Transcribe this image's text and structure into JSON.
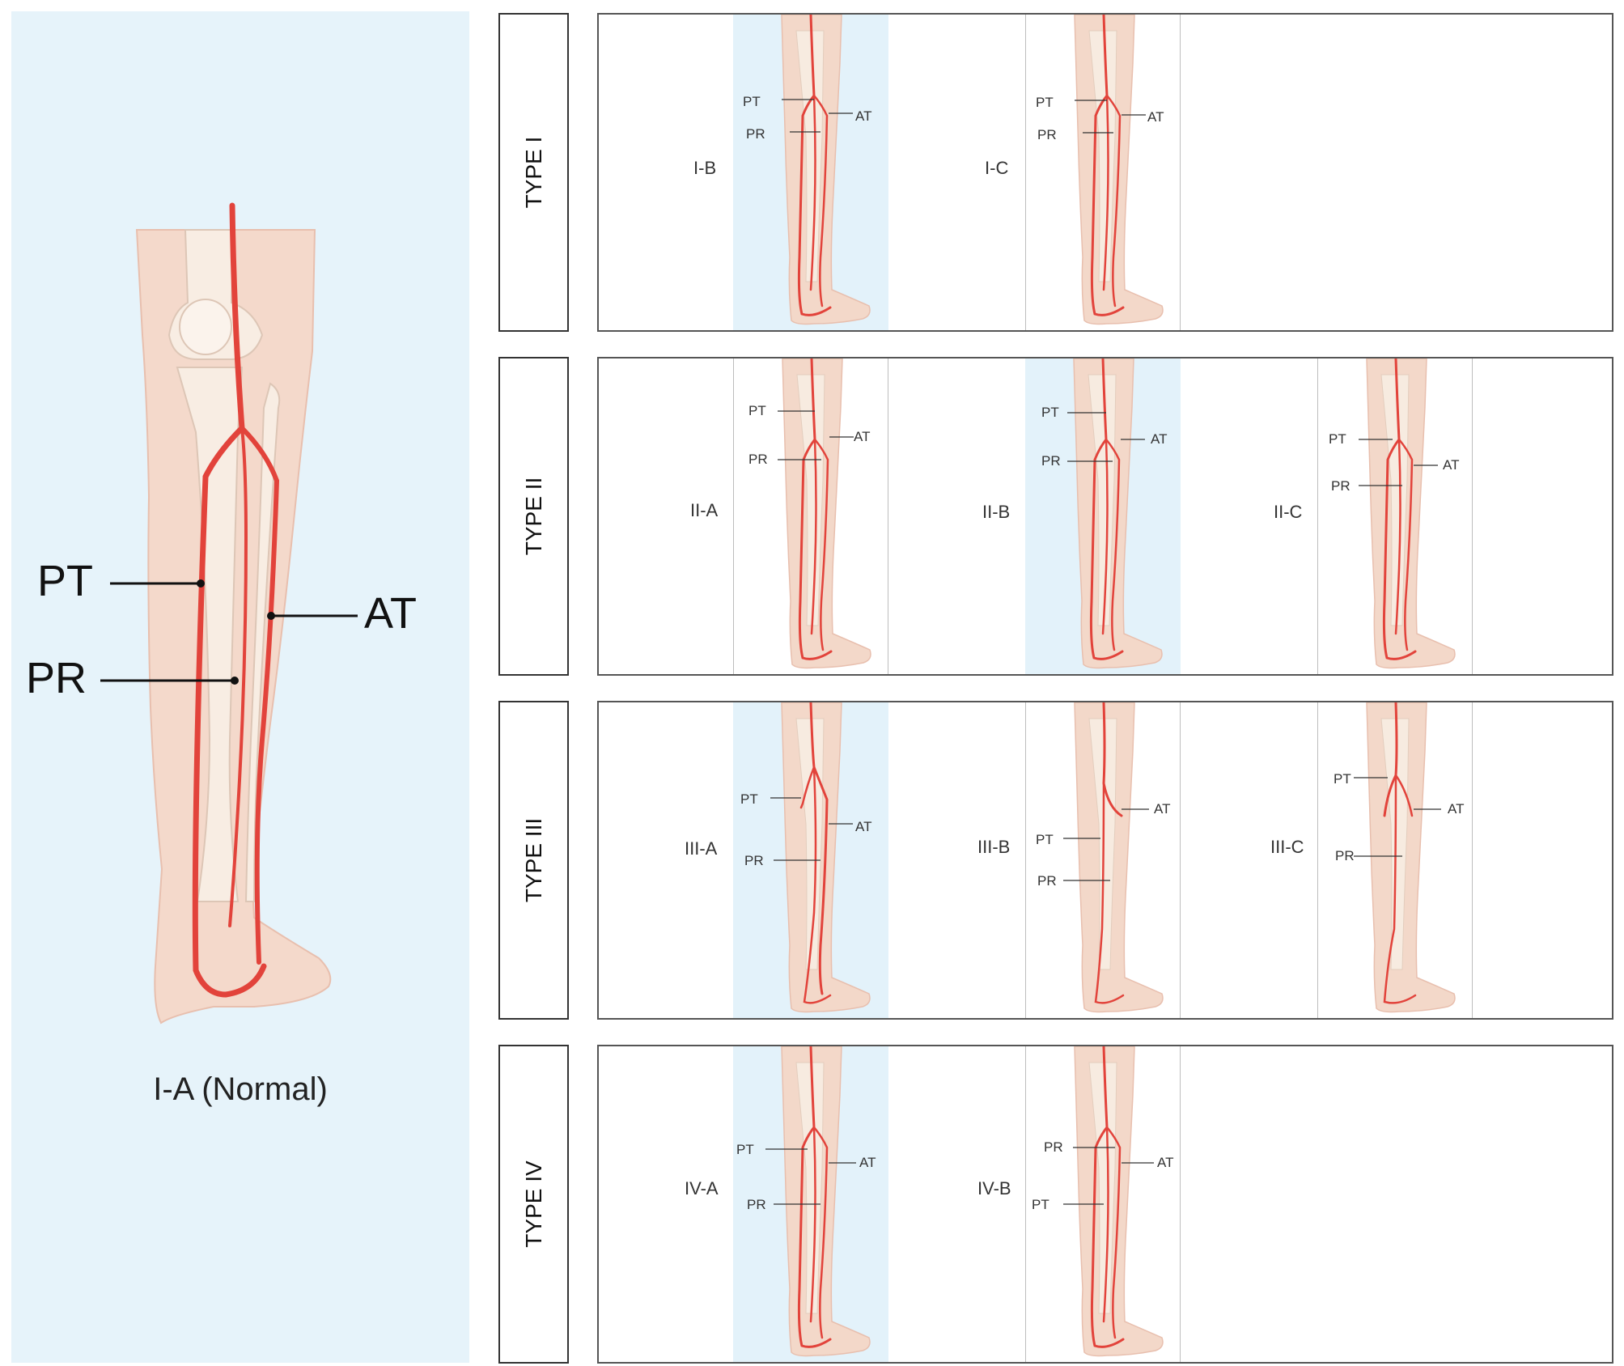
{
  "main": {
    "labels": {
      "pt": "PT",
      "pr": "PR",
      "at": "AT"
    },
    "caption": "I-A (Normal)"
  },
  "types": [
    {
      "label": "TYPE I"
    },
    {
      "label": "TYPE II"
    },
    {
      "label": "TYPE III"
    },
    {
      "label": "TYPE IV"
    }
  ],
  "variants": {
    "ib": {
      "name": "I-B",
      "labels": [
        "PT",
        "PR",
        "AT"
      ]
    },
    "ic": {
      "name": "I-C",
      "labels": [
        "PT",
        "PR",
        "AT"
      ]
    },
    "iia": {
      "name": "II-A",
      "labels": [
        "PT",
        "PR",
        "AT"
      ]
    },
    "iib": {
      "name": "II-B",
      "labels": [
        "PT",
        "PR",
        "AT"
      ]
    },
    "iic": {
      "name": "II-C",
      "labels": [
        "PT",
        "PR",
        "AT"
      ]
    },
    "iiia": {
      "name": "III-A",
      "labels": [
        "PT",
        "PR",
        "AT"
      ]
    },
    "iiib": {
      "name": "III-B",
      "labels": [
        "PT",
        "PR",
        "AT"
      ]
    },
    "iiic": {
      "name": "III-C",
      "labels": [
        "PT",
        "PR",
        "AT"
      ]
    },
    "iva": {
      "name": "IV-A",
      "labels": [
        "PT",
        "PR",
        "AT"
      ]
    },
    "ivb": {
      "name": "IV-B",
      "labels": [
        "PR",
        "PT",
        "AT"
      ]
    }
  },
  "colors": {
    "artery": "#e2433b",
    "skin": "#f3d8c9",
    "bone": "#f7ebe0",
    "highlight": "#e3f2fa"
  }
}
